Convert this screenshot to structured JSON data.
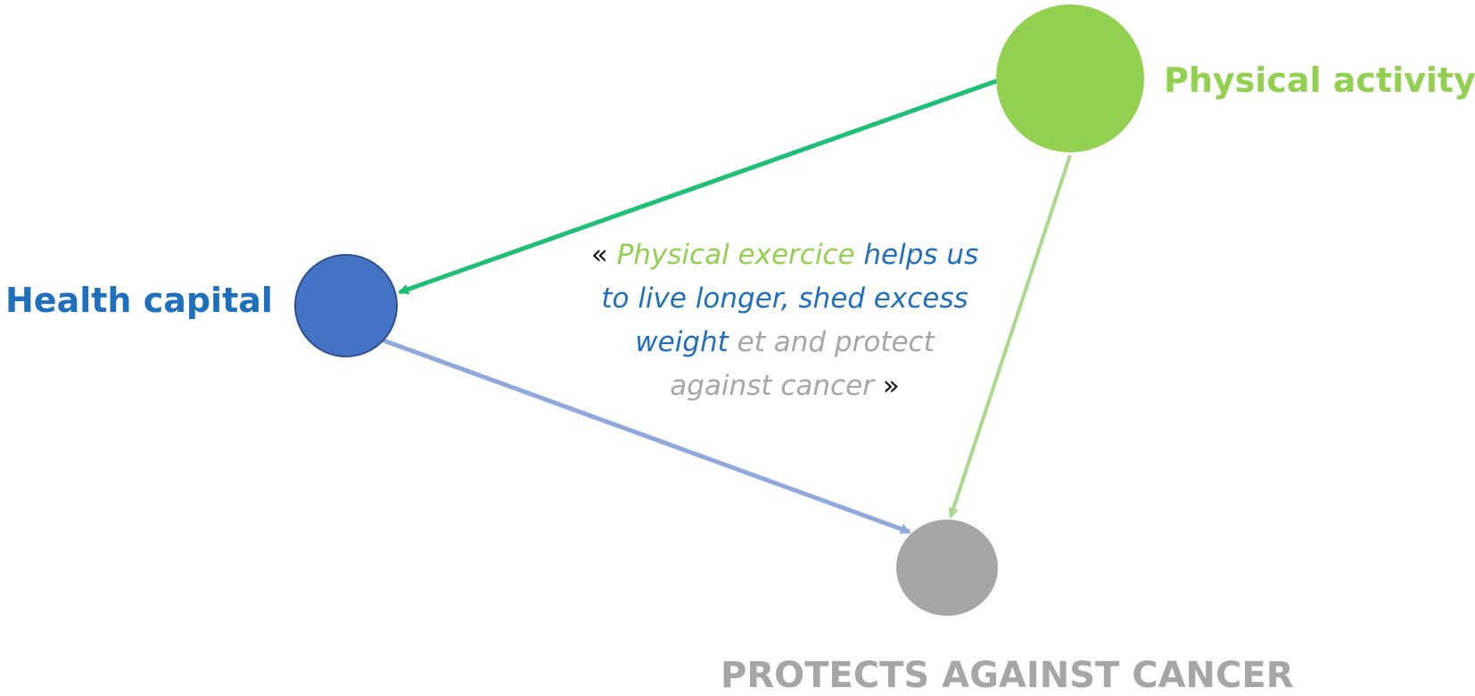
{
  "colors": {
    "health": "#1f6fbf",
    "health_node_fill": "#4472c4",
    "health_node_stroke": "#2f4f8f",
    "physical": "#92d050",
    "protects": "#a6a6a6",
    "arrow_physical_to_health": "#1fbf76",
    "arrow_physical_to_protects": "#a9d98c",
    "arrow_health_to_protects": "#8fa9de",
    "quote_mark": "#111111"
  },
  "nodes": {
    "physical_activity": {
      "label": "Physical activity"
    },
    "health_capital": {
      "label": "Health capital"
    },
    "protects_against_cancer": {
      "label": "PROTECTS AGAINST CANCER"
    }
  },
  "quote": {
    "open_mark": "«",
    "part_green": "Physical exercice",
    "part_blue": "helps us to live longer, shed excess weight",
    "part_gray": "et and protect  against cancer",
    "close_mark": "»"
  }
}
